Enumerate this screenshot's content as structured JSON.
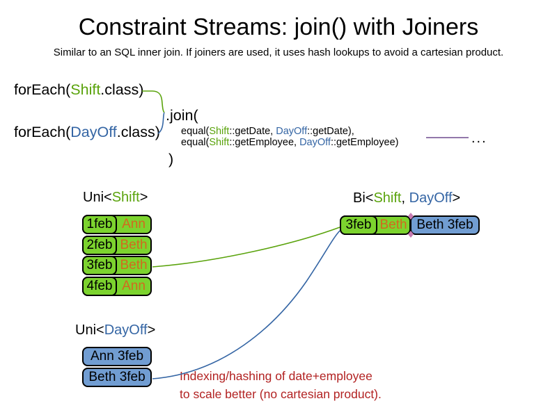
{
  "slide": {
    "title": "Constraint Streams: join() with Joiners",
    "subtitle": "Similar to an SQL inner join. If joiners are used, it uses hash lookups to avoid a cartesian product."
  },
  "code": {
    "foreach_shift": {
      "pre": "forEach(",
      "type": "Shift",
      "post": ".class)"
    },
    "foreach_dayoff": {
      "pre": "forEach(",
      "type": "DayOff",
      "post": ".class)"
    },
    "join_open": ".join(",
    "joiners": [
      {
        "pre": "equal(",
        "left_type": "Shift",
        "left_rest": "::getDate, ",
        "right_type": "DayOff",
        "right_rest": "::getDate),"
      },
      {
        "pre": "equal(",
        "left_type": "Shift",
        "left_rest": "::getEmployee, ",
        "right_type": "DayOff",
        "right_rest": "::getEmployee)"
      }
    ],
    "join_close": ")",
    "ellipsis": "..."
  },
  "uni_shift": {
    "header": {
      "pre": "Uni<",
      "type": "Shift",
      "post": ">"
    },
    "rows": [
      {
        "date": "1feb",
        "employee": "Ann"
      },
      {
        "date": "2feb",
        "employee": "Beth"
      },
      {
        "date": "3feb",
        "employee": "Beth"
      },
      {
        "date": "4feb",
        "employee": "Ann"
      }
    ]
  },
  "uni_dayoff": {
    "header": {
      "pre": "Uni<",
      "type": "DayOff",
      "post": ">"
    },
    "rows": [
      {
        "label": "Ann 3feb"
      },
      {
        "label": "Beth 3feb"
      }
    ]
  },
  "bi": {
    "header": {
      "pre": "Bi<",
      "shift_type": "Shift",
      "sep": ", ",
      "dayoff_type": "DayOff",
      "post": ">"
    },
    "row": {
      "shift_date": "3feb",
      "shift_employee": "Beth",
      "dayoff_label": "Beth 3feb"
    }
  },
  "note": {
    "line1": "Indexing/hashing of date+employee",
    "line2": "to scale better (no cartesian product)."
  },
  "colors": {
    "shift_green_text": "#5aa30c",
    "dayoff_blue_text": "#3465a4",
    "cell_green": "#7cd32e",
    "cell_blue": "#719dd2",
    "employee_orange": "#d2691e",
    "note_red": "#b22222",
    "ellipsis_line_purple": "#6e4a8e",
    "junction_diamond_pink": "#c77bb2",
    "connector_green": "#5aa30c",
    "connector_blue": "#3465a4"
  }
}
